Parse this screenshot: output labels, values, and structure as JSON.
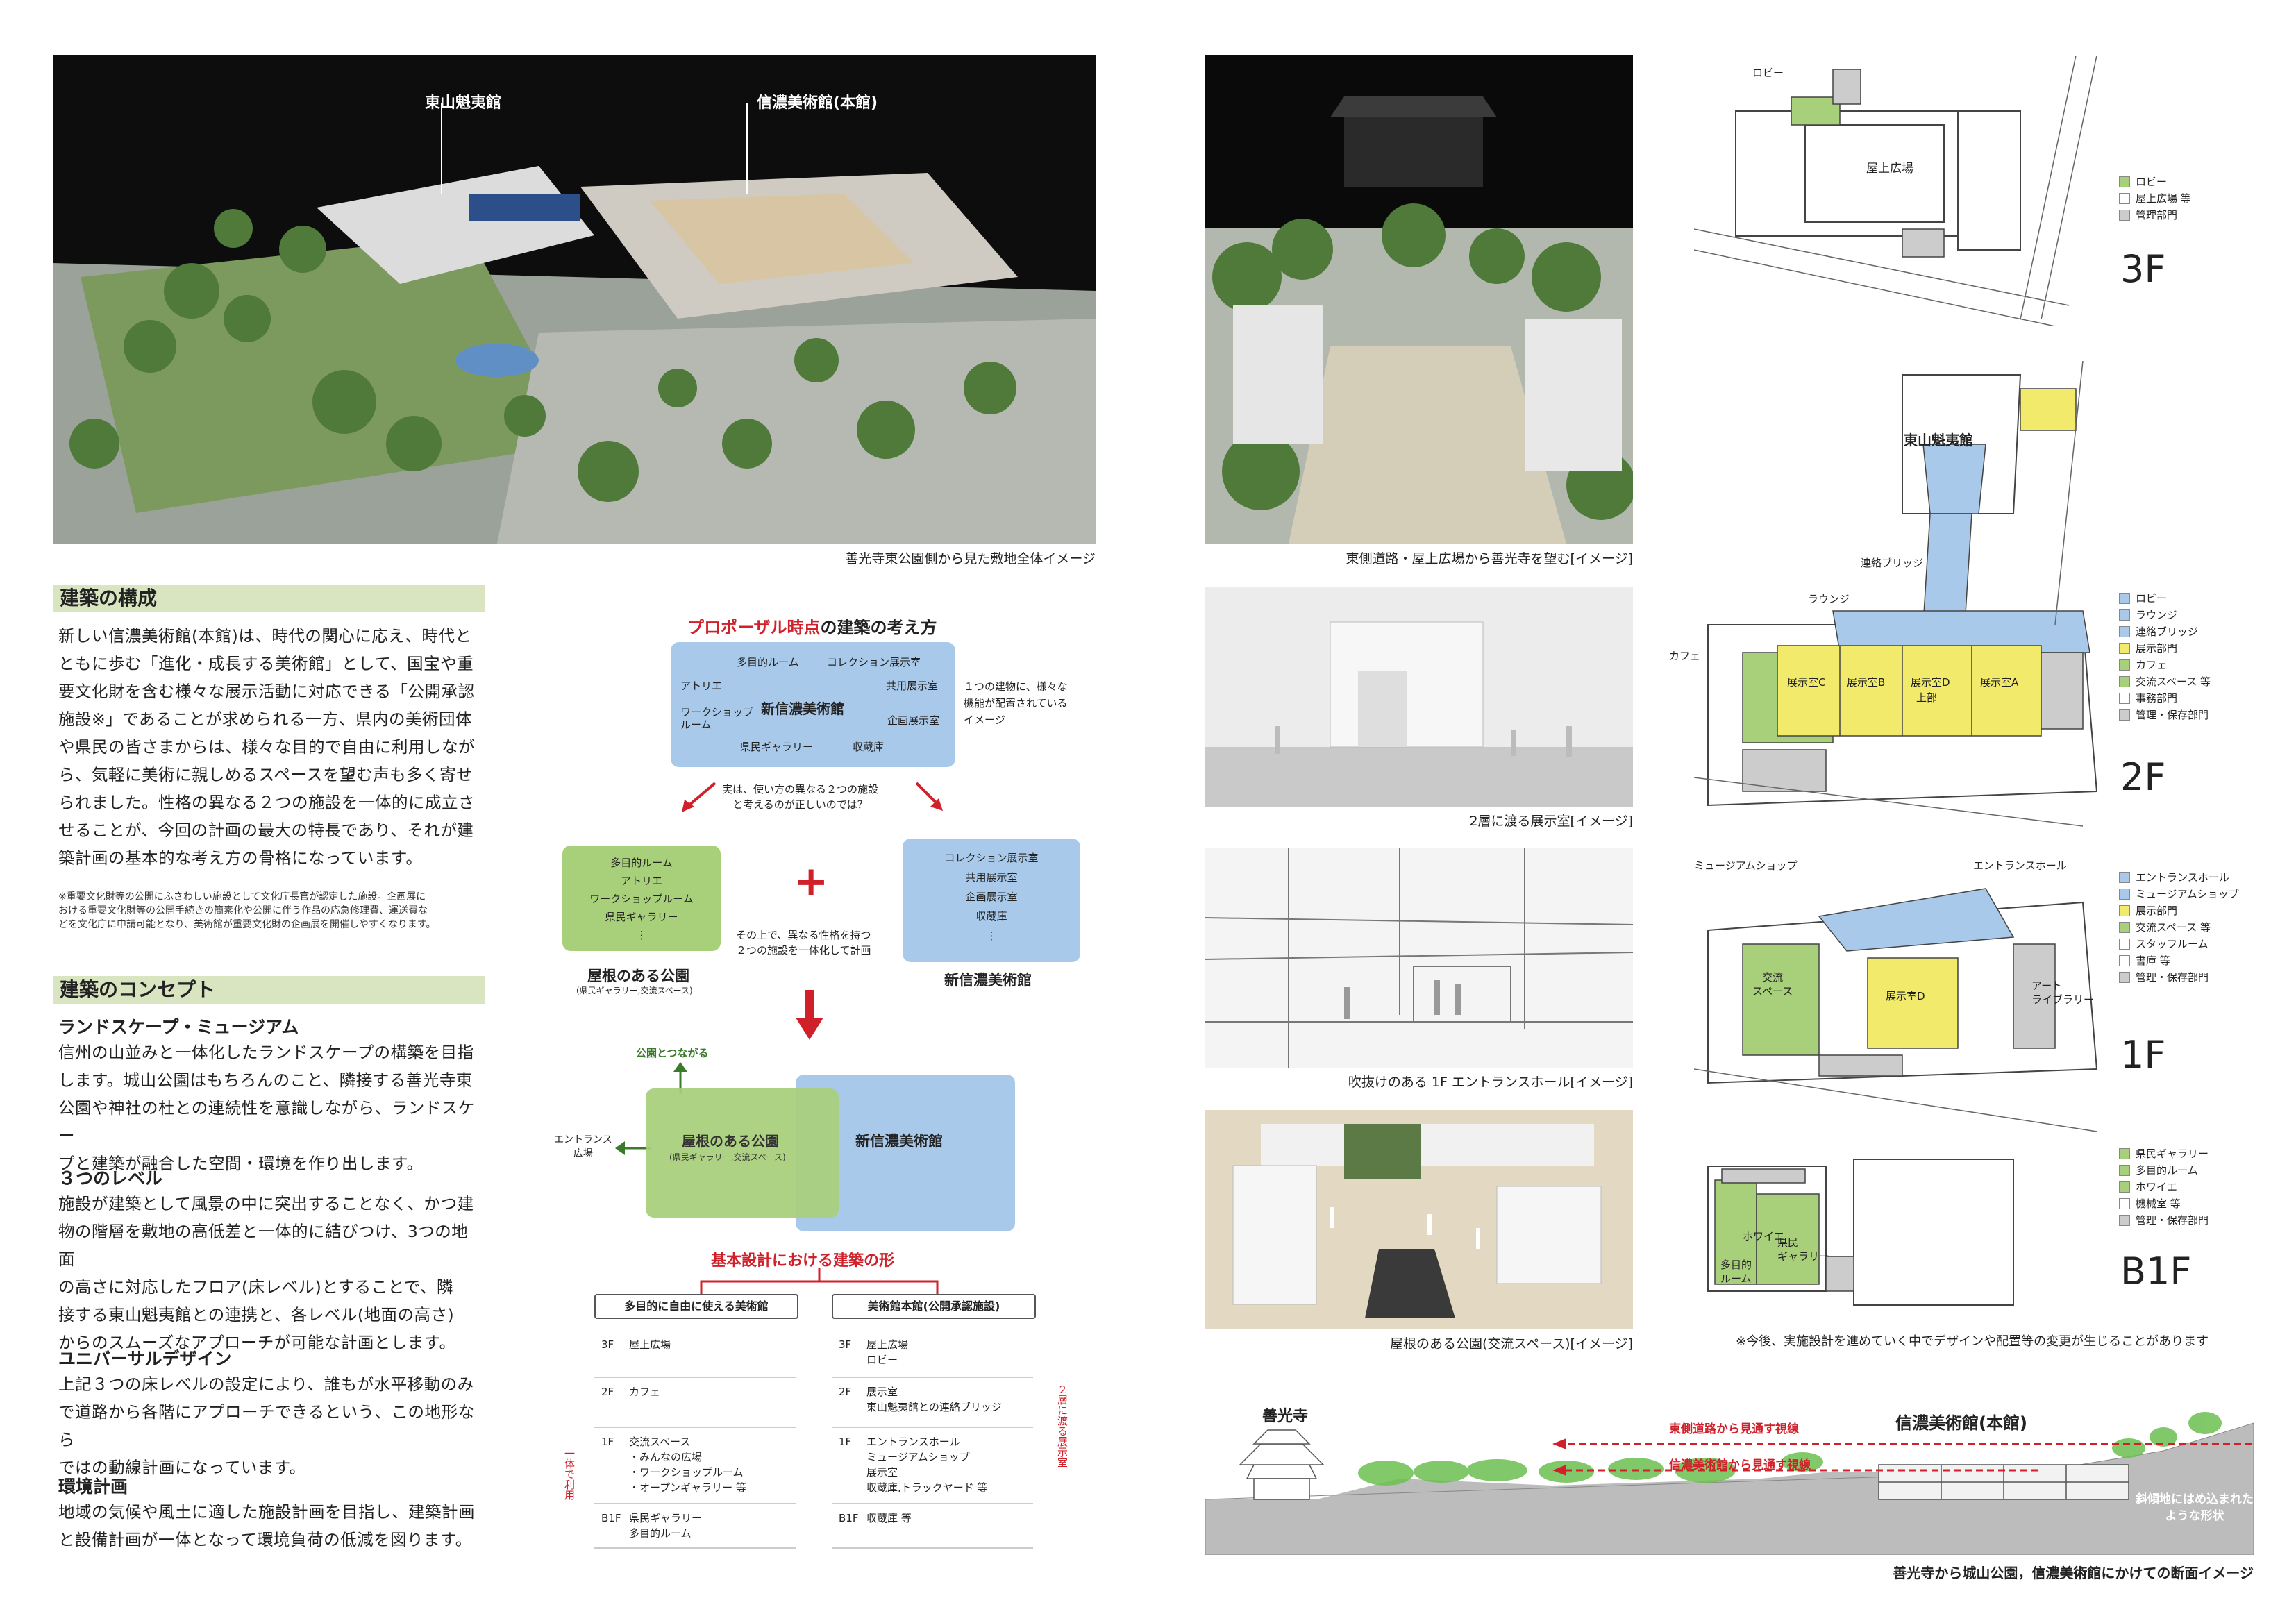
{
  "photos": {
    "main_caption": "善光寺東公園側から見た敷地全体イメージ",
    "main_label_left": "東山魁夷館",
    "main_label_right": "信濃美術館(本館)",
    "p1_caption": "東側道路・屋上広場から善光寺を望む[イメージ]",
    "p2_caption": "2層に渡る展示室[イメージ]",
    "p3_caption": "吹抜けのある 1F エントランスホール[イメージ]",
    "p4_caption": "屋根のある公園(交流スペース)[イメージ]"
  },
  "composition": {
    "heading": "建築の構成",
    "body": [
      "新しい信濃美術館(本館)は、時代の関心に応え、時代と",
      "ともに歩む「進化・成長する美術館」として、国宝や重",
      "要文化財を含む様々な展示活動に対応できる「公開承認",
      "施設※」であることが求められる一方、県内の美術団体",
      "や県民の皆さまからは、様々な目的で自由に利用しなが",
      "ら、気軽に美術に親しめるスペースを望む声も多く寄せ",
      "られました。性格の異なる２つの施設を一体的に成立さ",
      "せることが、今回の計画の最大の特長であり、それが建",
      "築計画の基本的な考え方の骨格になっています。"
    ],
    "note": [
      "※重要文化財等の公開にふさわしい施設として文化庁長官が認定した施設。企画展に",
      "おける重要文化財等の公開手続きの簡素化や公開に伴う作品の応急修理費、運送費な",
      "どを文化庁に申請可能となり、美術館が重要文化財の企画展を開催しやすくなります。"
    ]
  },
  "concept": {
    "heading": "建築のコンセプト",
    "items": [
      {
        "title": "ランドスケープ・ミュージアム",
        "lines": [
          "信州の山並みと一体化したランドスケープの構築を目指",
          "します。城山公園はもちろんのこと、隣接する善光寺東",
          "公園や神社の杜との連続性を意識しながら、ランドスケー",
          "プと建築が融合した空間・環境を作り出します。"
        ]
      },
      {
        "title": "３つのレベル",
        "lines": [
          "施設が建築として風景の中に突出することなく、かつ建",
          "物の階層を敷地の高低差と一体的に結びつけ、3つの地面",
          "の高さに対応したフロア(床レベル)とすることで、隣",
          "接する東山魁夷館との連携と、各レベル(地面の高さ)",
          "からのスムーズなアプローチが可能な計画とします。"
        ]
      },
      {
        "title": "ユニバーサルデザイン",
        "lines": [
          "上記３つの床レベルの設定により、誰もが水平移動のみ",
          "で道路から各階にアプローチできるという、この地形なら",
          "ではの動線計画になっています。"
        ]
      },
      {
        "title": "環境計画",
        "lines": [
          "地域の気候や風土に適した施設計画を目指し、建築計画",
          "と設備計画が一体となって環境負荷の低減を図ります。"
        ]
      }
    ]
  },
  "diagram": {
    "title_red": "プロポーザル時点",
    "title_rest": "の建築の考え方",
    "top_box_center": "新信濃美術館",
    "top_box_items": [
      "多目的ルーム",
      "コレクション展示室",
      "アトリエ",
      "共用展示室",
      "ワークショップ",
      "ルーム",
      "企画展示室",
      "県民ギャラリー",
      "収蔵庫"
    ],
    "top_note": [
      "１つの建物に、様々な",
      "機能が配置されている",
      "イメージ"
    ],
    "question": [
      "実は、使い方の異なる２つの施設",
      "と考えるのが正しいのでは？"
    ],
    "left_items": [
      "多目的ルーム",
      "アトリエ",
      "ワークショップルーム",
      "県民ギャラリー",
      "⋮"
    ],
    "left_label": "屋根のある公園",
    "left_sub": "(県民ギャラリー,交流スペース)",
    "right_items": [
      "コレクション展示室",
      "共用展示室",
      "企画展示室",
      "収蔵庫",
      "⋮"
    ],
    "right_label": "新信濃美術館",
    "plus": "+",
    "combine": [
      "その上で、異なる性格を持つ",
      "２つの施設を一体化して計画"
    ],
    "park_connect": "公園とつながる",
    "entrance": [
      "エントランス",
      "広場"
    ],
    "merged_left": "屋根のある公園",
    "merged_left_sub": "(県民ギャラリー,交流スペース)",
    "merged_right": "新信濃美術館",
    "basic_design": "基本設計における建築の形",
    "col_left_head": "多目的に自由に使える美術館",
    "col_right_head": "美術館本館(公開承認施設)",
    "left_rows": [
      {
        "floor": "3F",
        "lines": [
          "屋上広場"
        ]
      },
      {
        "floor": "2F",
        "lines": [
          "カフェ"
        ]
      },
      {
        "floor": "1F",
        "lines": [
          "交流スペース",
          "・みんなの広場",
          "・ワークショップルーム",
          "・オープンギャラリー 等"
        ]
      },
      {
        "floor": "B1F",
        "lines": [
          "県民ギャラリー",
          "多目的ルーム"
        ]
      }
    ],
    "right_rows": [
      {
        "floor": "3F",
        "lines": [
          "屋上広場",
          "ロビー"
        ]
      },
      {
        "floor": "2F",
        "lines": [
          "展示室",
          "東山魁夷館との連絡ブリッジ"
        ]
      },
      {
        "floor": "1F",
        "lines": [
          "エントランスホール",
          "ミュージアムショップ",
          "展示室",
          "収蔵庫,トラックヤード 等"
        ]
      },
      {
        "floor": "B1F",
        "lines": [
          "収蔵庫 等"
        ]
      }
    ],
    "left_bracket": "一体で利用",
    "right_bracket": "２層に渡る展示室"
  },
  "plans": {
    "f3": {
      "name": "3F",
      "labels": {
        "lobby": "ロビー",
        "roof": "屋上広場"
      },
      "legend": [
        {
          "c": "#a8cf7a",
          "t": "ロビー"
        },
        {
          "c": "#ffffff",
          "t": "屋上広場 等"
        },
        {
          "c": "#cccccc",
          "t": "管理部門"
        }
      ]
    },
    "f2": {
      "name": "2F",
      "labels": {
        "kaii": "東山魁夷館",
        "bridge": "連絡ブリッジ",
        "lounge": "ラウンジ",
        "cafe": "カフェ",
        "a": "展示室A",
        "b": "展示室B",
        "c": "展示室C",
        "d": "展示室D",
        "dsub": "上部"
      },
      "legend": [
        {
          "c": "#a9c9eb",
          "t": "ロビー"
        },
        {
          "c": "#a9c9eb",
          "t": "ラウンジ"
        },
        {
          "c": "#a9c9eb",
          "t": "連絡ブリッジ"
        },
        {
          "c": "#f2ea6a",
          "t": "展示部門"
        },
        {
          "c": "#a8cf7a",
          "t": "カフェ"
        },
        {
          "c": "#a8cf7a",
          "t": "交流スペース 等"
        },
        {
          "c": "#ffffff",
          "t": "事務部門"
        },
        {
          "c": "#cccccc",
          "t": "管理・保存部門"
        }
      ]
    },
    "f1": {
      "name": "1F",
      "labels": {
        "shop": "ミュージアムショップ",
        "hall": "エントランスホール",
        "koryu": "交流\nスペース",
        "d": "展示室D",
        "art": "アート\nライブラリー"
      },
      "legend": [
        {
          "c": "#a9c9eb",
          "t": "エントランスホール"
        },
        {
          "c": "#a9c9eb",
          "t": "ミュージアムショップ"
        },
        {
          "c": "#f2ea6a",
          "t": "展示部門"
        },
        {
          "c": "#a8cf7a",
          "t": "交流スペース 等"
        },
        {
          "c": "#ffffff",
          "t": "スタッフルーム"
        },
        {
          "c": "#ffffff",
          "t": "書庫 等"
        },
        {
          "c": "#cccccc",
          "t": "管理・保存部門"
        }
      ]
    },
    "b1": {
      "name": "B1F",
      "labels": {
        "foyer": "ホワイエ",
        "tamoku": "多目的\nルーム",
        "kenmin": "県民\nギャラリー"
      },
      "legend": [
        {
          "c": "#a8cf7a",
          "t": "県民ギャラリー"
        },
        {
          "c": "#a8cf7a",
          "t": "多目的ルーム"
        },
        {
          "c": "#a8cf7a",
          "t": "ホワイエ"
        },
        {
          "c": "#ffffff",
          "t": "機械室 等"
        },
        {
          "c": "#cccccc",
          "t": "管理・保存部門"
        }
      ]
    },
    "note": "※今後、実施設計を進めていく中でデザインや配置等の変更が生じることがあります"
  },
  "section": {
    "zenkoji": "善光寺",
    "museum": "信濃美術館(本館)",
    "sight1": "東側道路から見通す視線",
    "sight2": "信濃美術館から見通す視線",
    "embedded": [
      "斜傾地にはめ込まれた",
      "ような形状"
    ],
    "caption": "善光寺から城山公園，信濃美術館にかけての断面イメージ"
  }
}
